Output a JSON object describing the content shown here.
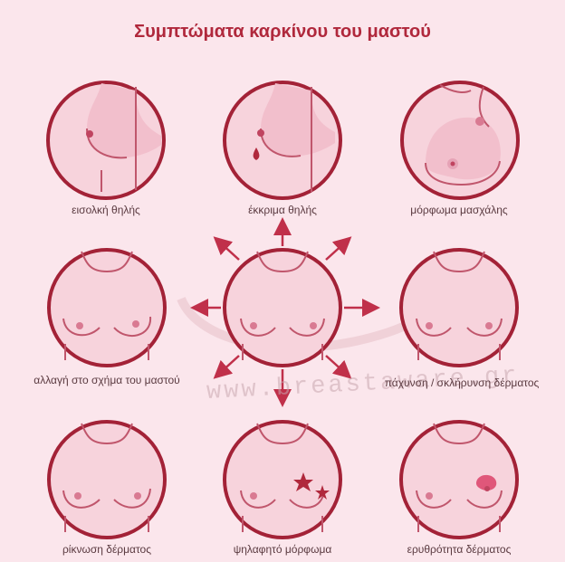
{
  "title": "Συμπτώματα καρκίνου του μαστού",
  "watermark": "www.breastaware.gr",
  "colors": {
    "accent": "#b0283c",
    "ring": "#a32237",
    "skin": "#f7cdd8",
    "skin_shade": "#e9a9ba",
    "background": "#fbe6ec"
  },
  "symptoms": [
    {
      "label": "εισολκή θηλής",
      "icon": "nipple-retraction-icon"
    },
    {
      "label": "έκκριμα θηλής",
      "icon": "nipple-discharge-icon"
    },
    {
      "label": "μόρφωμα μασχάλης",
      "icon": "armpit-lump-icon"
    },
    {
      "label": "αλλαγή στο σχήμα του μαστού",
      "icon": "breast-shape-change-icon"
    },
    {
      "label": "πάχυνση / σκλήρυνση δέρματος",
      "icon": "skin-thickening-icon"
    },
    {
      "label": "ρίκνωση δέρματος",
      "icon": "skin-dimpling-icon"
    },
    {
      "label": "ψηλαφητό μόρφωμα",
      "icon": "palpable-lump-icon"
    },
    {
      "label": "ερυθρότητα δέρματος",
      "icon": "skin-redness-icon"
    }
  ],
  "center_icon": "torso-front-icon"
}
